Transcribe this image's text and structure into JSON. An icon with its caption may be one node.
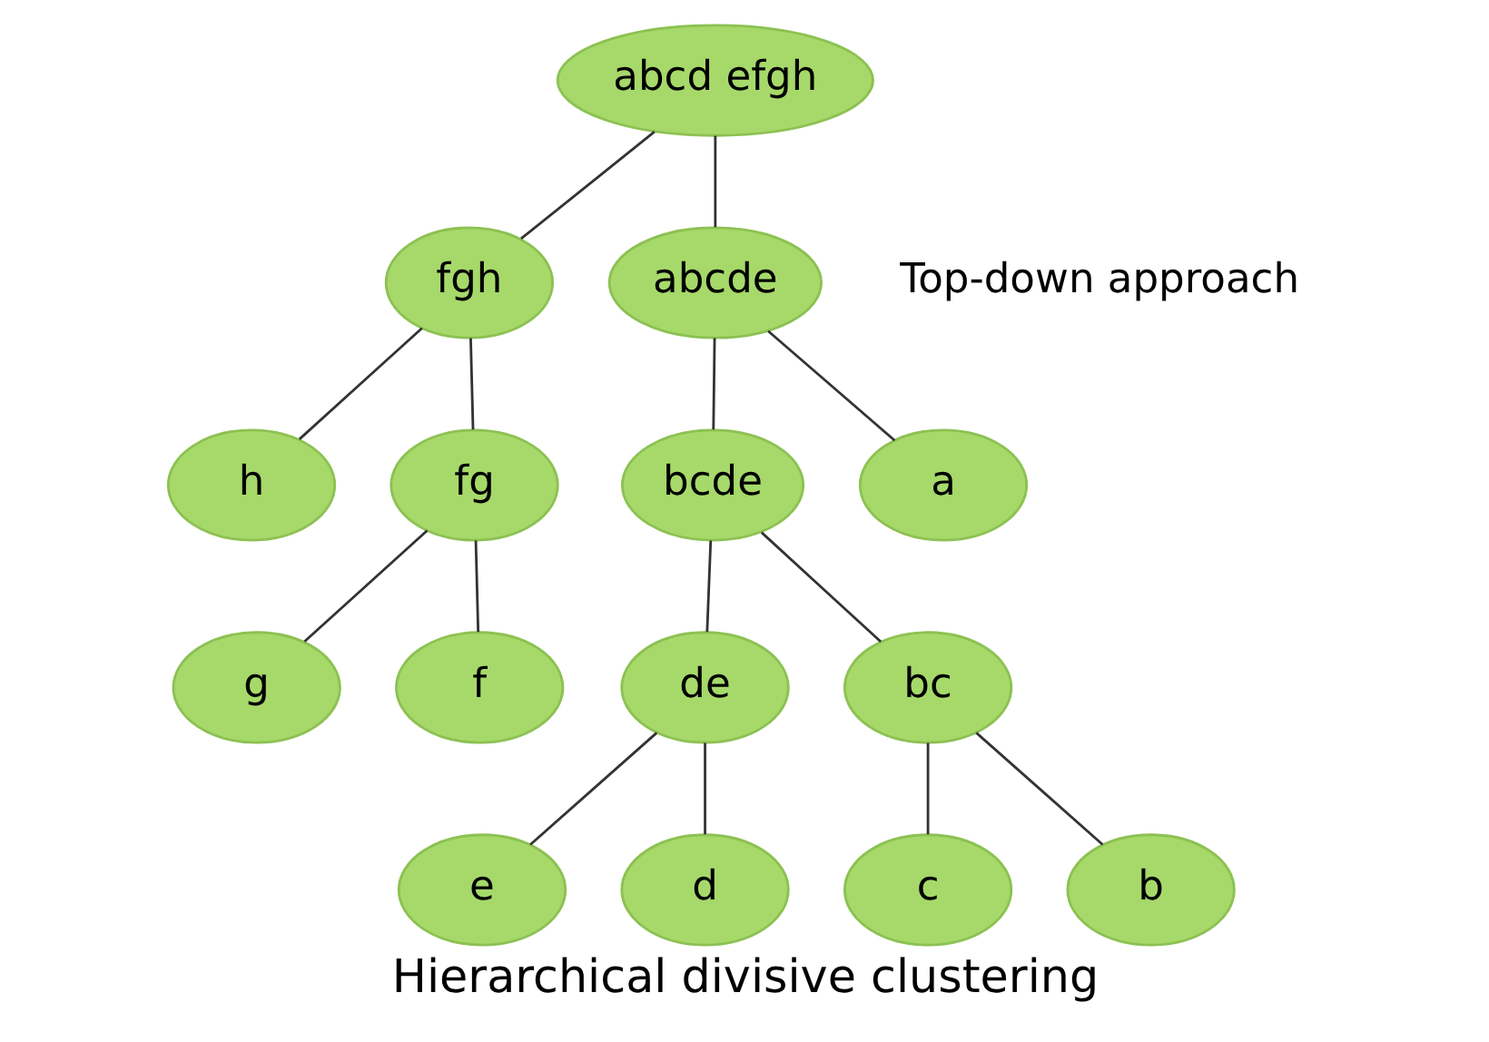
{
  "diagram": {
    "caption": "Hierarchical divisive clustering",
    "nodes": [
      {
        "text": [
          "abcd efgh"
        ]
      },
      {
        "text": [
          "abcde"
        ]
      },
      {
        "text": [
          "fgh"
        ]
      },
      {
        "text": [
          "bcde"
        ]
      },
      {
        "text": [
          "fg"
        ]
      },
      {
        "text": [
          "de"
        ]
      },
      {
        "text": [
          "bc"
        ]
      },
      {
        "text": [
          "h"
        ]
      },
      {
        "text": [
          "g"
        ]
      },
      {
        "text": [
          "f"
        ]
      },
      {
        "text": [
          "e"
        ]
      },
      {
        "text": [
          "d"
        ]
      },
      {
        "text": [
          "c"
        ]
      },
      {
        "text": [
          "b"
        ]
      },
      {
        "text": [
          "a"
        ]
      }
    ],
    "edges": [
      {
        "from": 0,
        "to": 2,
        "arrow": "none"
      },
      {
        "from": 0,
        "to": 1,
        "arrow": "none"
      },
      {
        "from": 1,
        "to": 3,
        "arrow": "none"
      },
      {
        "from": 1,
        "to": 14,
        "arrow": "none"
      },
      {
        "from": 2,
        "to": 7,
        "arrow": "none"
      },
      {
        "from": 2,
        "to": 4,
        "arrow": "none"
      },
      {
        "from": 4,
        "to": 8,
        "arrow": "none"
      },
      {
        "from": 4,
        "to": 9,
        "arrow": "none"
      },
      {
        "from": 3,
        "to": 5,
        "arrow": "none"
      },
      {
        "from": 3,
        "to": 6,
        "arrow": "none"
      },
      {
        "from": 5,
        "to": 10,
        "arrow": "none"
      },
      {
        "from": 5,
        "to": 11,
        "arrow": "none"
      },
      {
        "from": 6,
        "to": 12,
        "arrow": "none"
      },
      {
        "from": 6,
        "to": 13,
        "arrow": "none"
      }
    ],
    "labels": [
      "Top-down approach"
    ]
  }
}
